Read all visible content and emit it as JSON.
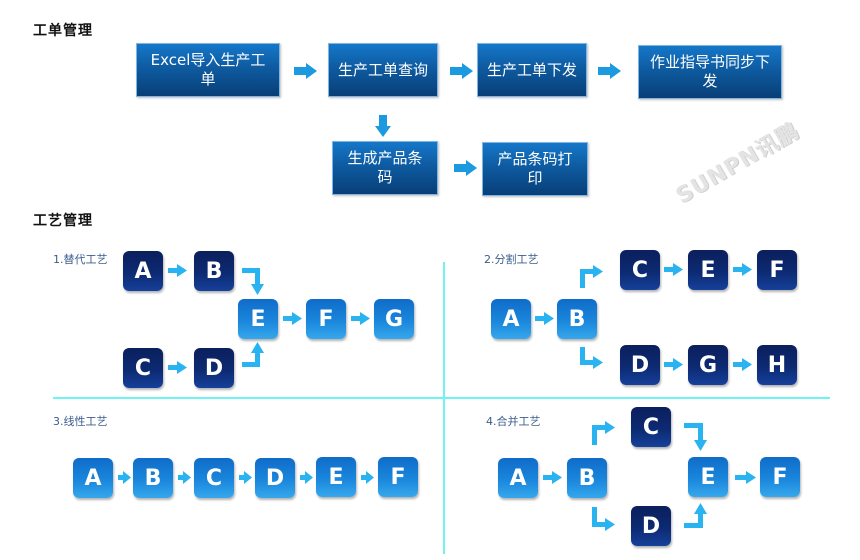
{
  "work_order": {
    "title": "工单管理",
    "steps": [
      {
        "id": "import",
        "label": "Excel导入生产工单"
      },
      {
        "id": "query",
        "label": "生产工单查询"
      },
      {
        "id": "dispatch",
        "label": "生产工单下发"
      },
      {
        "id": "sync",
        "label": "作业指导书同步下发"
      },
      {
        "id": "gen_barcode",
        "label": "生成产品条码"
      },
      {
        "id": "print_barcode",
        "label": "产品条码打印"
      }
    ]
  },
  "watermark": "SUNPN讯鹏",
  "process": {
    "title": "工艺管理",
    "panels": [
      {
        "label": "1.替代工艺",
        "nodes": {
          "A": "A",
          "B": "B",
          "C": "C",
          "D": "D",
          "E": "E",
          "F": "F",
          "G": "G"
        }
      },
      {
        "label": "2.分割工艺",
        "nodes": {
          "A": "A",
          "B": "B",
          "C": "C",
          "E": "E",
          "F": "F",
          "D": "D",
          "G": "G",
          "H": "H"
        }
      },
      {
        "label": "3.线性工艺",
        "nodes": [
          "A",
          "B",
          "C",
          "D",
          "E",
          "F"
        ]
      },
      {
        "label": "4.合并工艺",
        "nodes": {
          "A": "A",
          "B": "B",
          "C": "C",
          "D": "D",
          "E": "E",
          "F": "F"
        }
      }
    ]
  }
}
